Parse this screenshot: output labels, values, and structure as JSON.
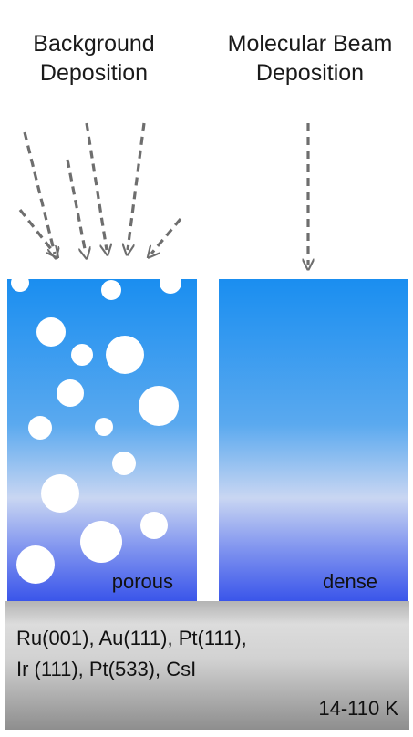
{
  "headings": {
    "left": [
      "Background",
      "Deposition"
    ],
    "right": [
      "Molecular Beam",
      "Deposition"
    ]
  },
  "films": {
    "left_label": "porous",
    "right_label": "dense",
    "gradient_colors": [
      "#1a8ef0",
      "#c9d6f2",
      "#3a55ea"
    ],
    "bubble_color": "#ffffff"
  },
  "substrate": {
    "lines": [
      "Ru(001), Au(111), Pt(111),",
      "Ir (111), Pt(533), CsI"
    ],
    "temperature": "14-110 K"
  },
  "arrow_color": "#6e6e6e",
  "icons": [
    "dashed-arrow"
  ]
}
